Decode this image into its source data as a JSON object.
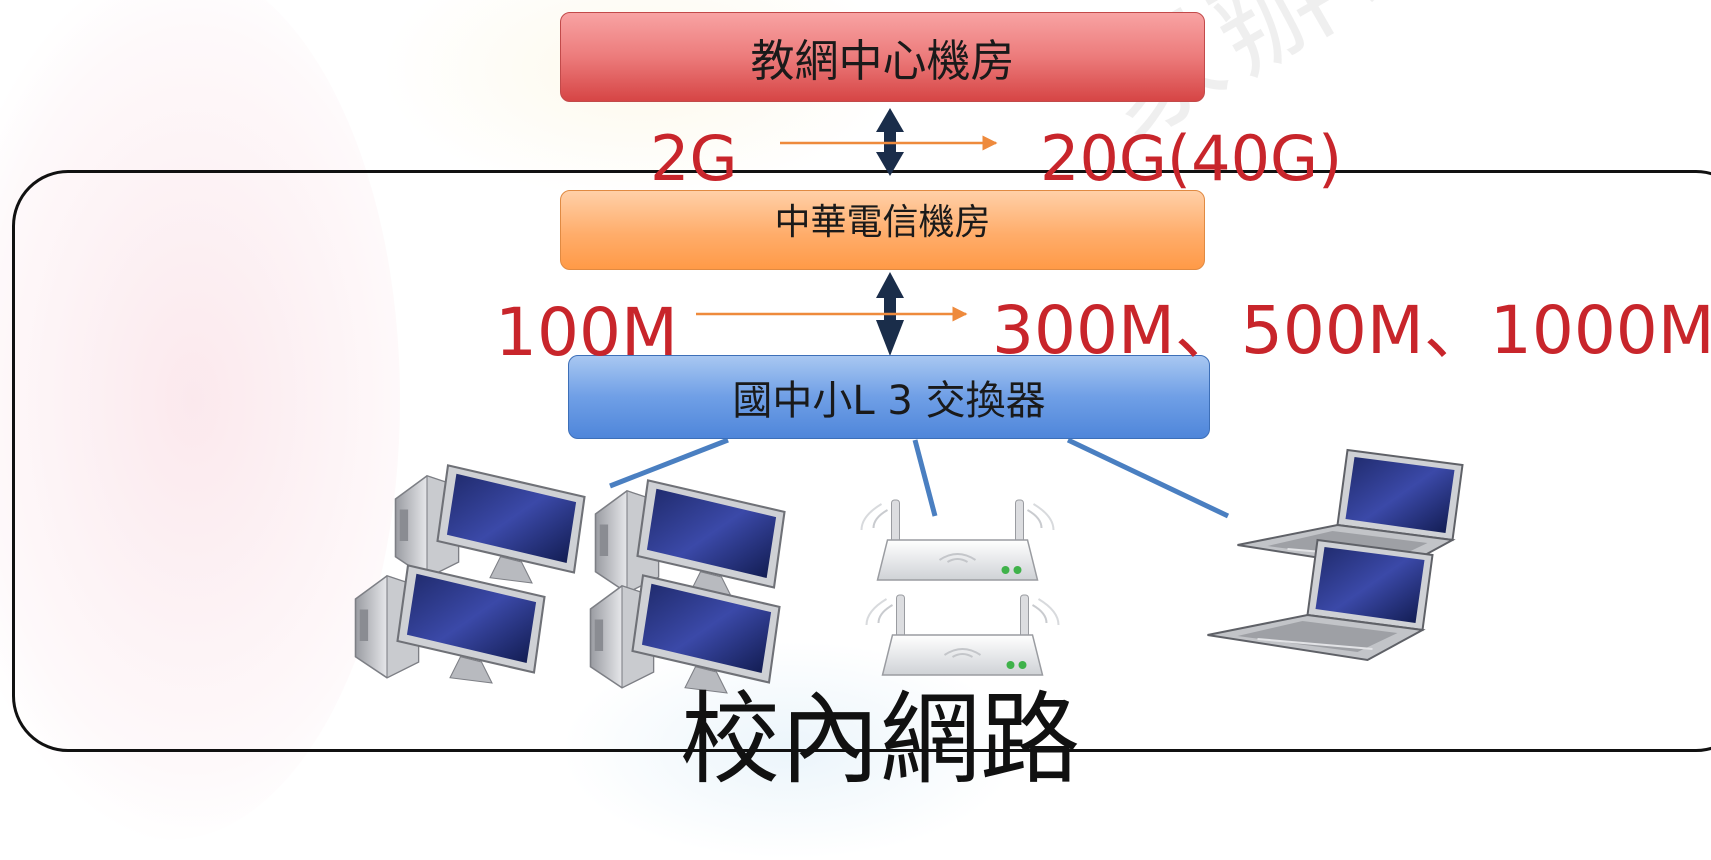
{
  "nodes": {
    "moe_center": "教網中心機房",
    "cht_room": "中華電信機房",
    "school_switch": "國中小L 3 交換器"
  },
  "bandwidth": {
    "upper": {
      "from": "2G",
      "to": "20G(40G)"
    },
    "lower": {
      "from": "100M",
      "to": "300M、500M、1000M"
    }
  },
  "campus": {
    "label": "校內網路"
  },
  "watermark": "家辦公",
  "devices": {
    "desktops": 4,
    "wifi_access_points": 2,
    "laptops": 2
  },
  "colors": {
    "moe_box": "#e05757",
    "cht_box": "#ff9e4f",
    "switch_box": "#5b8fdf",
    "speed_text": "#c8252b",
    "upgrade_arrow": "#ee8a3c",
    "link_arrow": "#1a2d4a",
    "cable": "#4a7fc1"
  }
}
